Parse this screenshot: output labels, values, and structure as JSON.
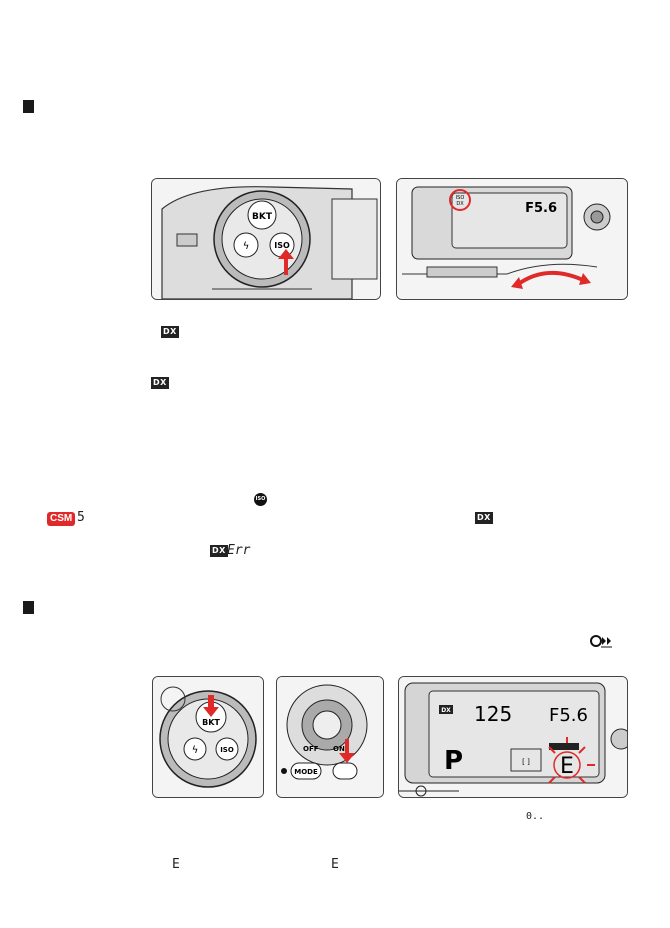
{
  "section1": {
    "photo_left": {
      "bkt_label": "BKT",
      "iso_label": "ISO"
    },
    "photo_right": {
      "lcd_aperture": "F5.6",
      "iso_tag": "ISO",
      "dx_tag": "DX"
    }
  },
  "text_icons": {
    "dx_label": "DX",
    "iso_icon_label": "ISO",
    "csm_label": "CSM",
    "csm_value": "5",
    "err_text": "Err"
  },
  "section2": {
    "photo_left": {
      "bkt_label": "BKT",
      "iso_label": "ISO"
    },
    "photo_mid": {
      "mode_label": "MODE",
      "off_label": "OFF",
      "on_label": "ON"
    },
    "photo_right": {
      "dx_tag": "DX",
      "shutter": "125",
      "aperture": "F5.6",
      "mode": "P",
      "e_mark": "E"
    },
    "status_readout": "0..",
    "e_symbol_1": "E",
    "e_symbol_2": "E"
  },
  "colors": {
    "accent_red": "#e02a2a",
    "lcd_bg": "#e6e6e6"
  }
}
